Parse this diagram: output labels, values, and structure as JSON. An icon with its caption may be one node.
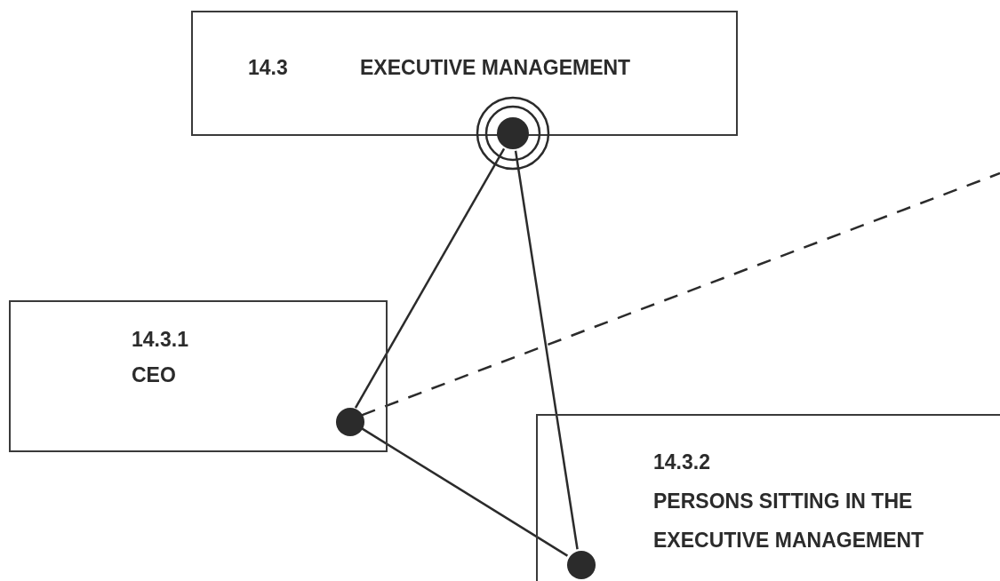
{
  "diagram": {
    "nodes": [
      {
        "text": [
          "14.3",
          "EXECUTIVE MANAGEMENT"
        ]
      },
      {
        "text": [],
        "shape": "circle"
      },
      {
        "text": [
          "14.3.1",
          "CEO"
        ]
      },
      {
        "text": [],
        "shape": "circle",
        "in": 2
      },
      {
        "text": [
          "14.3.2",
          "PERSONS SITTING IN THE EXECUTIVE MANAGEMENT"
        ]
      },
      {
        "text": [],
        "shape": "circle",
        "in": 4
      }
    ],
    "edges": [
      {
        "from": 1,
        "to": 3,
        "arrow": "none"
      },
      {
        "from": 1,
        "to": 5,
        "arrow": "none"
      },
      {
        "from": 3,
        "to": 5,
        "arrow": "none"
      },
      {
        "from": 3,
        "to": null,
        "arrow": "none",
        "style": "dashed"
      }
    ]
  }
}
